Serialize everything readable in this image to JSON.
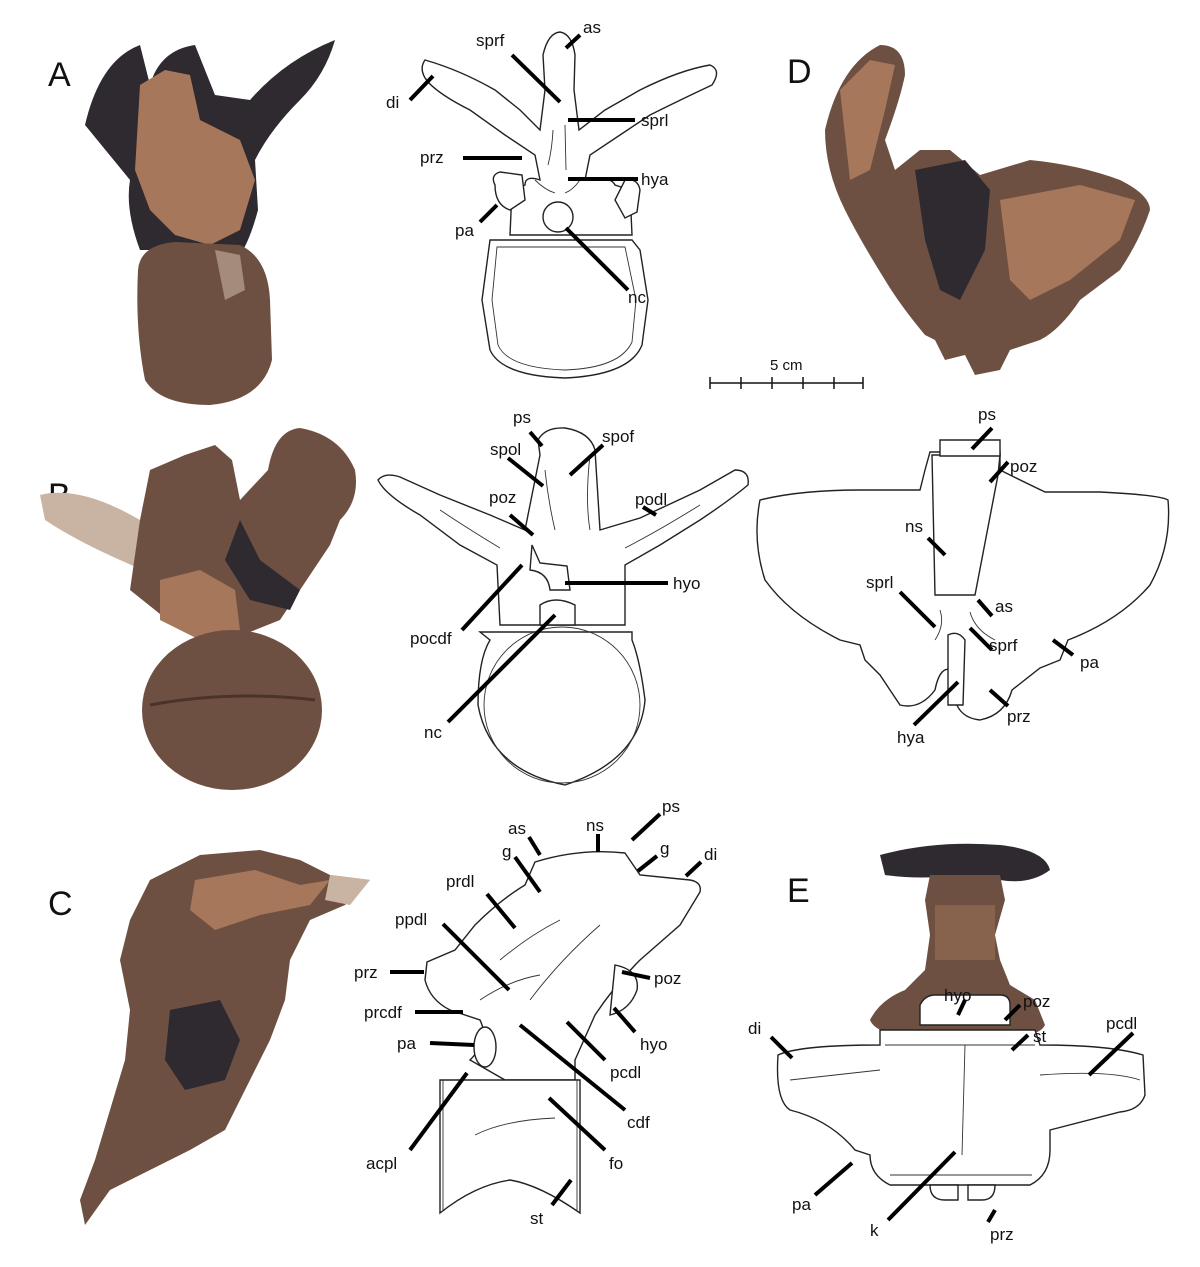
{
  "panels": {
    "A": {
      "letter": "A",
      "labels": [
        "sprf",
        "as",
        "di",
        "sprl",
        "prz",
        "hya",
        "pa",
        "nc"
      ]
    },
    "B": {
      "letter": "B",
      "labels": [
        "ps",
        "spol",
        "spof",
        "poz",
        "podl",
        "hyo",
        "pocdf",
        "nc"
      ]
    },
    "C": {
      "letter": "C",
      "labels": [
        "as",
        "ns",
        "ps",
        "g",
        "g",
        "di",
        "prdl",
        "ppdl",
        "prz",
        "poz",
        "prcdf",
        "hyo",
        "pa",
        "pcdl",
        "cdf",
        "acpl",
        "fo",
        "st"
      ]
    },
    "D": {
      "letter": "D",
      "labels": [
        "ps",
        "poz",
        "ns",
        "sprl",
        "as",
        "sprf",
        "pa",
        "hya",
        "prz"
      ]
    },
    "E": {
      "letter": "E",
      "labels": [
        "hyo",
        "poz",
        "st",
        "di",
        "pcdl",
        "pa",
        "k",
        "prz"
      ]
    }
  },
  "scale_bar": {
    "label": "5 cm"
  },
  "colors": {
    "bone_base": "#6e5042",
    "bone_dark": "#2e2a30",
    "bone_light": "#a6775a",
    "drawing_line": "#222222"
  }
}
